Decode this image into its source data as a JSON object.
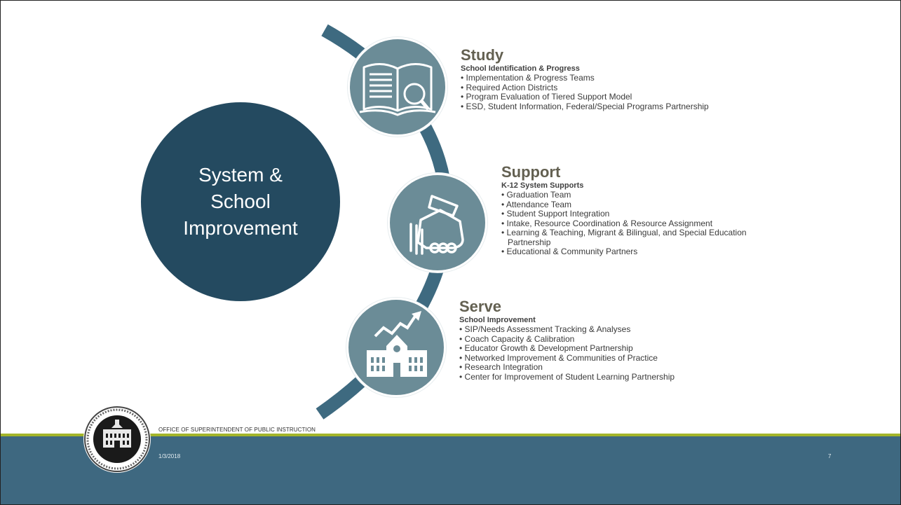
{
  "main_title": {
    "line1": "System &",
    "line2": "School",
    "line3": "Improvement"
  },
  "sections": [
    {
      "title": "Study",
      "subtitle": "School Identification & Progress",
      "icon": "book-magnifier-icon",
      "bullets": [
        "Implementation & Progress Teams",
        "Required Action Districts",
        "Program Evaluation of Tiered Support Model",
        "ESD, Student Information, Federal/Special Programs Partnership"
      ]
    },
    {
      "title": "Support",
      "subtitle": "K-12 System Supports",
      "icon": "handshake-icon",
      "bullets": [
        "Graduation Team",
        "Attendance Team",
        "Student Support Integration",
        "Intake, Resource Coordination & Resource Assignment",
        "Learning & Teaching, Migrant & Bilingual, and Special Education Partnership",
        "Educational & Community Partners"
      ]
    },
    {
      "title": "Serve",
      "subtitle": "School Improvement",
      "icon": "school-growth-icon",
      "bullets": [
        "SIP/Needs Assessment Tracking & Analyses",
        "Coach Capacity & Calibration",
        "Educator Growth & Development Partnership",
        "Networked Improvement & Communities of Practice",
        "Research Integration",
        "Center for Improvement of Student Learning Partnership"
      ]
    }
  ],
  "footer": {
    "org": "OFFICE OF SUPERINTENDENT OF PUBLIC INSTRUCTION",
    "date": "1/3/2018",
    "page": "7"
  },
  "colors": {
    "main_circle": "#244a60",
    "small_circle": "#6b8c97",
    "arc": "#3e6a80",
    "footer_bar": "#3e6880",
    "accent_line": "#a3b52a",
    "heading": "#636051"
  }
}
